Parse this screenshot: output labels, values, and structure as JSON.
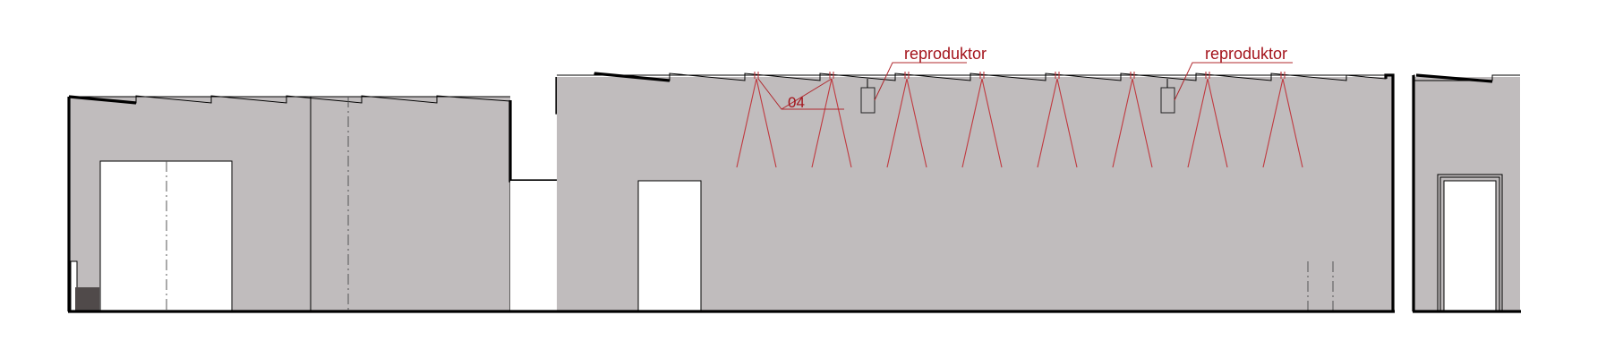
{
  "labels": {
    "speaker_left": "reproduktor",
    "speaker_right": "reproduktor",
    "light_tag": "04"
  },
  "colors": {
    "wall_fill": "#c0bcbd",
    "annotation": "#a4141c",
    "outline": "#000000",
    "opening_fill": "#ffffff",
    "dark_block": "#504a4a"
  }
}
